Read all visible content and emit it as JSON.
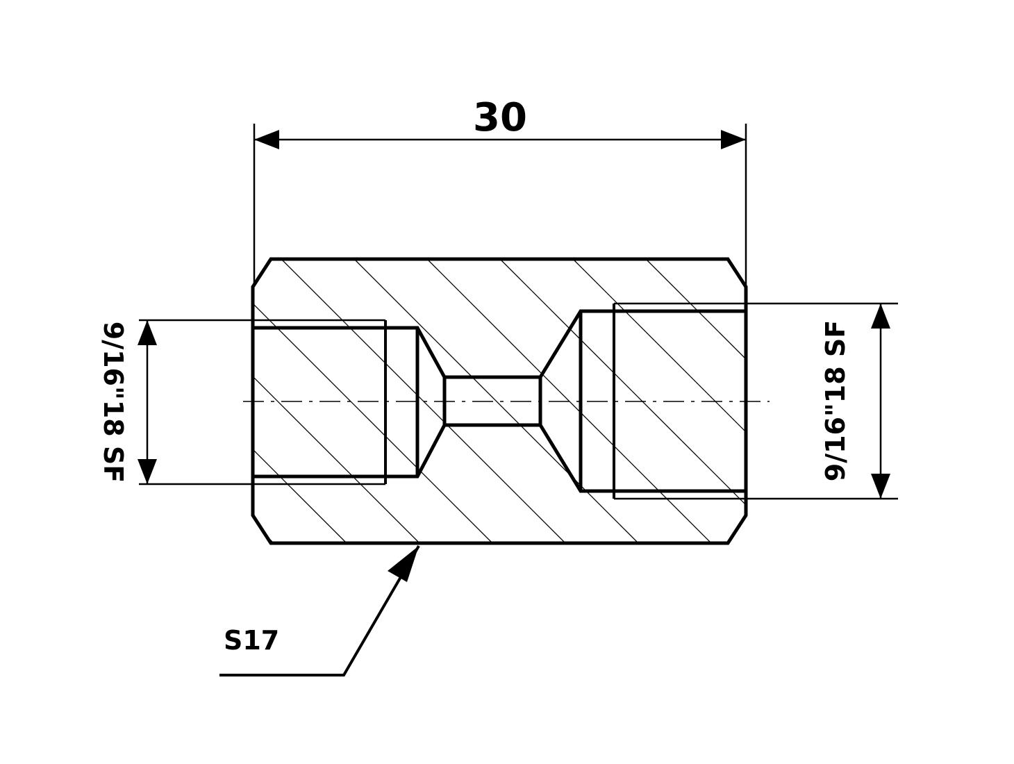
{
  "drawing": {
    "overall_length_label": "30",
    "left_thread_label": "9/16\"18 SF",
    "right_thread_label": "9/16\"18 SF",
    "wrench_size_label": "S17"
  }
}
